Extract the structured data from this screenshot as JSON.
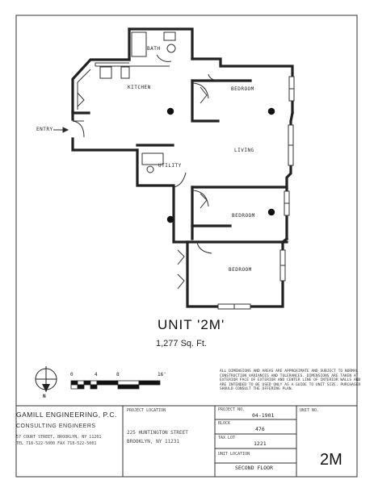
{
  "rooms": {
    "bath": "BATH",
    "kitchen": "KITCHEN",
    "bedroom_top": "BEDROOM",
    "living": "LIVING",
    "utility": "UTILITY",
    "bedroom_mid": "BEDROOM",
    "bedroom_bottom": "BEDROOM"
  },
  "entry_label": "ENTRY",
  "unit_title": "UNIT '2M'",
  "unit_area": "1,277 Sq. Ft.",
  "notes": "ALL DIMENSIONS AND AREAS ARE APPROXIMATE AND SUBJECT TO NORMAL CONSTRUCTION VARIANCES AND TOLERANCES. DIMENSIONS ARE TAKEN AT EXTERIOR FACE OF EXTERIOR AND CENTER LINE OF INTERIOR WALLS AND ARE INTENDED TO BE USED ONLY AS A GUIDE TO UNIT SIZE. PURCHASER SHOULD CONSULT THE OFFERING PLAN.",
  "scale": {
    "labels": [
      "0",
      "4",
      "8",
      "16'"
    ]
  },
  "north_label": "N",
  "title_block": {
    "firm": "GAMILL ENGINEERING, P.C.",
    "firm_sub": "CONSULTING ENGINEERS",
    "firm_addr1": "57 COURT STREET, BROOKLYN, NY 11201",
    "firm_addr2": "TEL 718-522-5000  FAX 718-522-5001",
    "project_label": "PROJECT LOCATION",
    "project_addr1": "225 HUNTINGTON STREET",
    "project_addr2": "BROOKLYN, NY 11231",
    "project_no_label": "PROJECT NO.",
    "project_no": "04-1901",
    "block_label": "BLOCK",
    "block": "476",
    "lot_label": "TAX LOT",
    "lot": "1221",
    "location_label": "UNIT LOCATION",
    "location": "SECOND FLOOR",
    "unit_label": "UNIT NO.",
    "unit_no": "2M"
  }
}
